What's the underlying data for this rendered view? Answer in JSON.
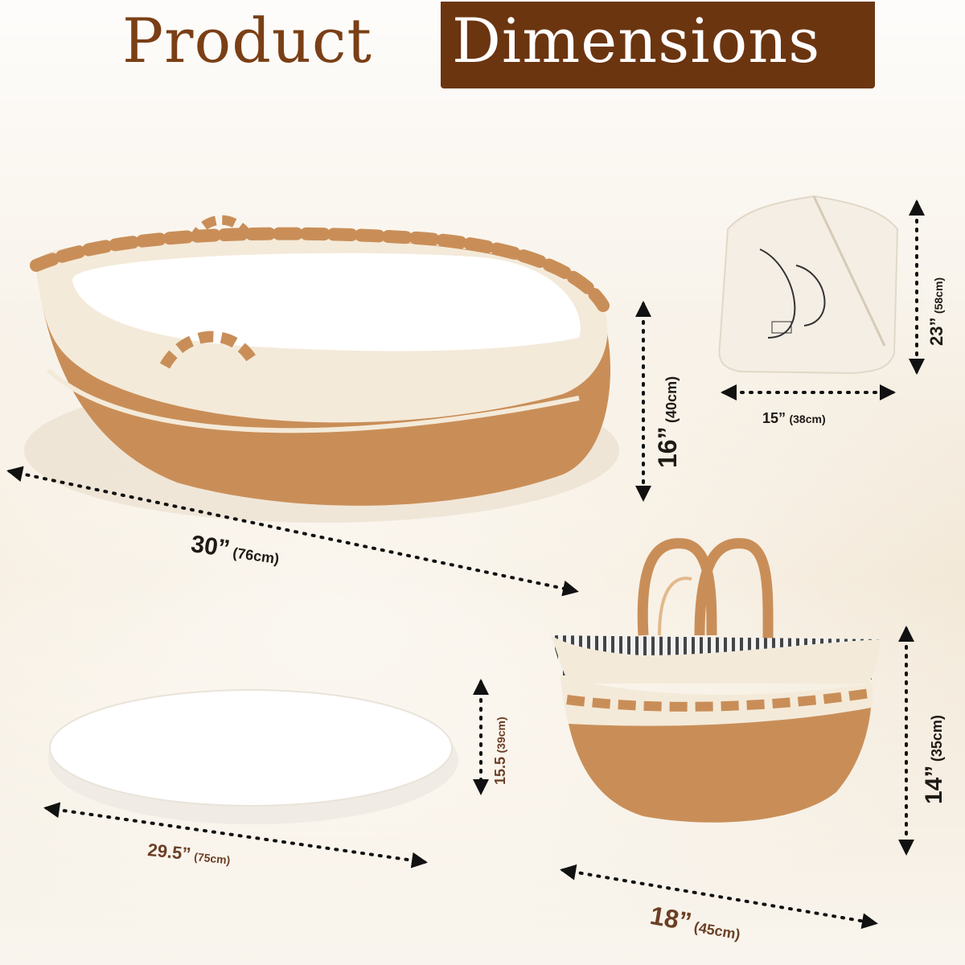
{
  "title": {
    "word1": "Product",
    "word2": "Dimensions"
  },
  "colors": {
    "brand_brown": "#6b3510",
    "tan": "#c98e58",
    "cream": "#f3e7d3"
  },
  "items": {
    "moses_basket": {
      "width_in": "30”",
      "width_cm": "(76cm)",
      "height_in": "16”",
      "height_cm": "(40cm)"
    },
    "storage_bag": {
      "width_in": "15”",
      "width_cm": "(38cm)",
      "height_in": "23”",
      "height_cm": "(58cm)"
    },
    "mattress_pad": {
      "width_in": "29.5”",
      "width_cm": "(75cm)",
      "height_in": "15.5",
      "height_cm": "(39cm)"
    },
    "diaper_caddy": {
      "width_in": "18”",
      "width_cm": "(45cm)",
      "height_in": "14”",
      "height_cm": "(35cm)"
    }
  },
  "icons": [
    "arrow-icon"
  ]
}
